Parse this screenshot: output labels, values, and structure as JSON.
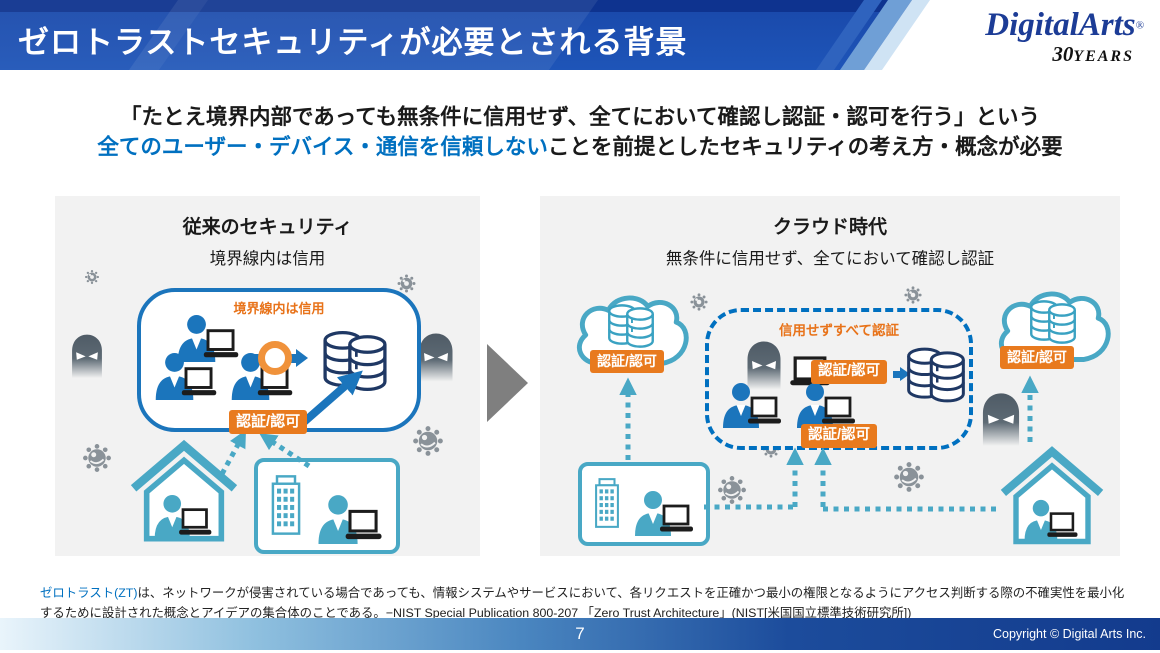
{
  "header": {
    "title": "ゼロトラストセキュリティが必要とされる背景"
  },
  "logo": {
    "brand": "DigitalArts",
    "reg": "®",
    "years_num": "30",
    "years_text": "YEARS"
  },
  "statement": {
    "line1": "「たとえ境界内部であっても無条件に信用せず、全てにおいて確認し認証・認可を行う」という",
    "line2_highlight": "全てのユーザー・デバイス・通信を信頼しない",
    "line2_rest": "ことを前提としたセキュリティの考え方・概念が必要"
  },
  "labels": {
    "auth": "認証/認可"
  },
  "left_panel": {
    "title": "従来のセキュリティ",
    "subtitle": "境界線内は信用",
    "boundary_note": "境界線内は信用"
  },
  "right_panel": {
    "title": "クラウド時代",
    "subtitle": "無条件に信用せず、全てにおいて確認し認証",
    "zone_note": "信用せずすべて認証"
  },
  "footnote": {
    "term": "ゼロトラスト(ZT)",
    "body": "は、ネットワークが侵害されている場合であっても、情報システムやサービスにおいて、各リクエストを正確かつ最小の権限となるようにアクセス判断する際の不確実性を最小化するために設計された概念とアイデアの集合体のことである。−NIST Special Publication 800-207 「Zero Trust Architecture」(NIST[米国国立標準技術研究所])"
  },
  "footer": {
    "page": "7",
    "copyright": "Copyright © Digital Arts Inc."
  },
  "colors": {
    "accent_blue": "#0070c0",
    "person_blue": "#1b75bc",
    "teal": "#49a8c5",
    "orange": "#e87a1e",
    "database_navy": "#1f3864",
    "header_blue": "#1a4aac",
    "footer_navy": "#133b8d",
    "panel_gray": "#f2f2f2"
  }
}
